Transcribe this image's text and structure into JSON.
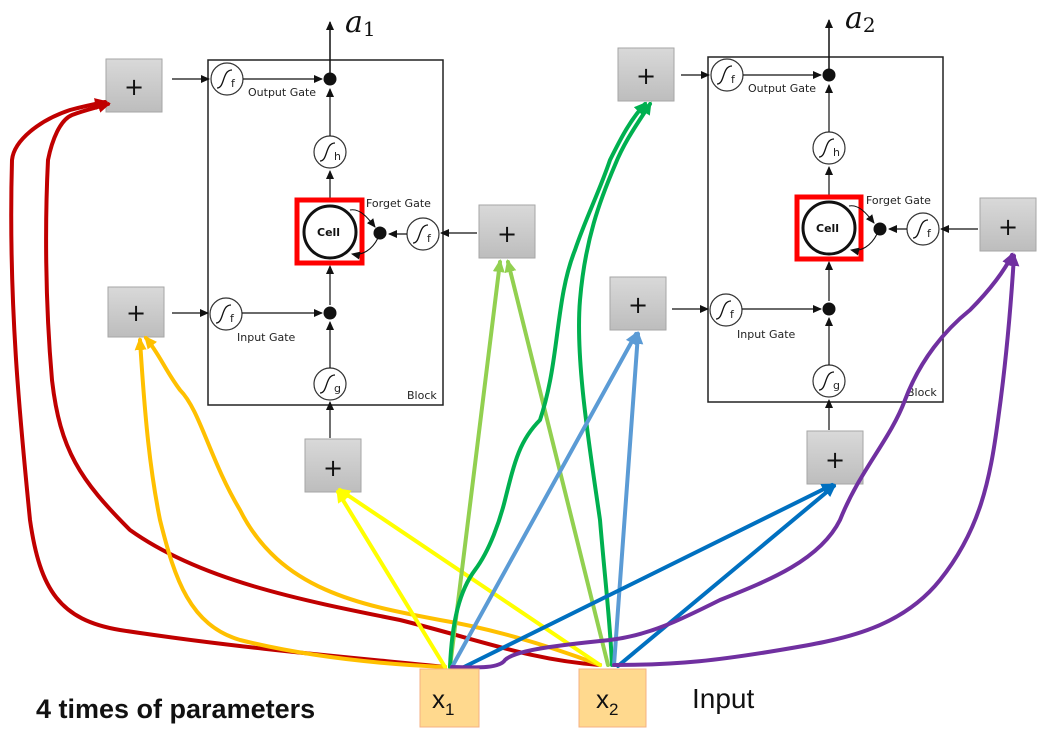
{
  "caption": "4 times of parameters",
  "input_label": "Input",
  "inputs": [
    {
      "symbol": "x",
      "subscript": "1"
    },
    {
      "symbol": "x",
      "subscript": "2"
    }
  ],
  "blocks": [
    {
      "output_symbol": "a",
      "output_subscript": "1",
      "block_label": "Block",
      "cell_label": "Cell",
      "output_gate_label": "Output Gate",
      "forget_gate_label": "Forget Gate",
      "input_gate_label": "Input Gate",
      "activation_labels": {
        "output": "f",
        "h": "h",
        "forget": "f",
        "input": "f",
        "g": "g"
      }
    },
    {
      "output_symbol": "a",
      "output_subscript": "2",
      "block_label": "Block",
      "cell_label": "Cell",
      "output_gate_label": "Output Gate",
      "forget_gate_label": "Forget Gate",
      "input_gate_label": "Input Gate",
      "activation_labels": {
        "output": "f",
        "h": "h",
        "forget": "f",
        "input": "f",
        "g": "g"
      }
    }
  ],
  "plus_symbol": "+",
  "colors": {
    "output_gate_weights": "#c00000",
    "input_gate_weights": "#ffc000",
    "cell_input_weights": "#ffff00",
    "forget_gate_weights_block1": "#92d050",
    "output_gate_weights_block2": "#00b050",
    "input_gate_weights_block2": "#5b9bd5",
    "cell_input_weights_block2": "#0070c0",
    "forget_gate_weights_block2": "#7030a0",
    "input_box_fill": "#ffd98e",
    "input_box_border": "#f4b183",
    "cell_highlight": "#ff0000",
    "plus_box_top": "#d9d9d9",
    "plus_box_bottom": "#bfbfbf"
  }
}
